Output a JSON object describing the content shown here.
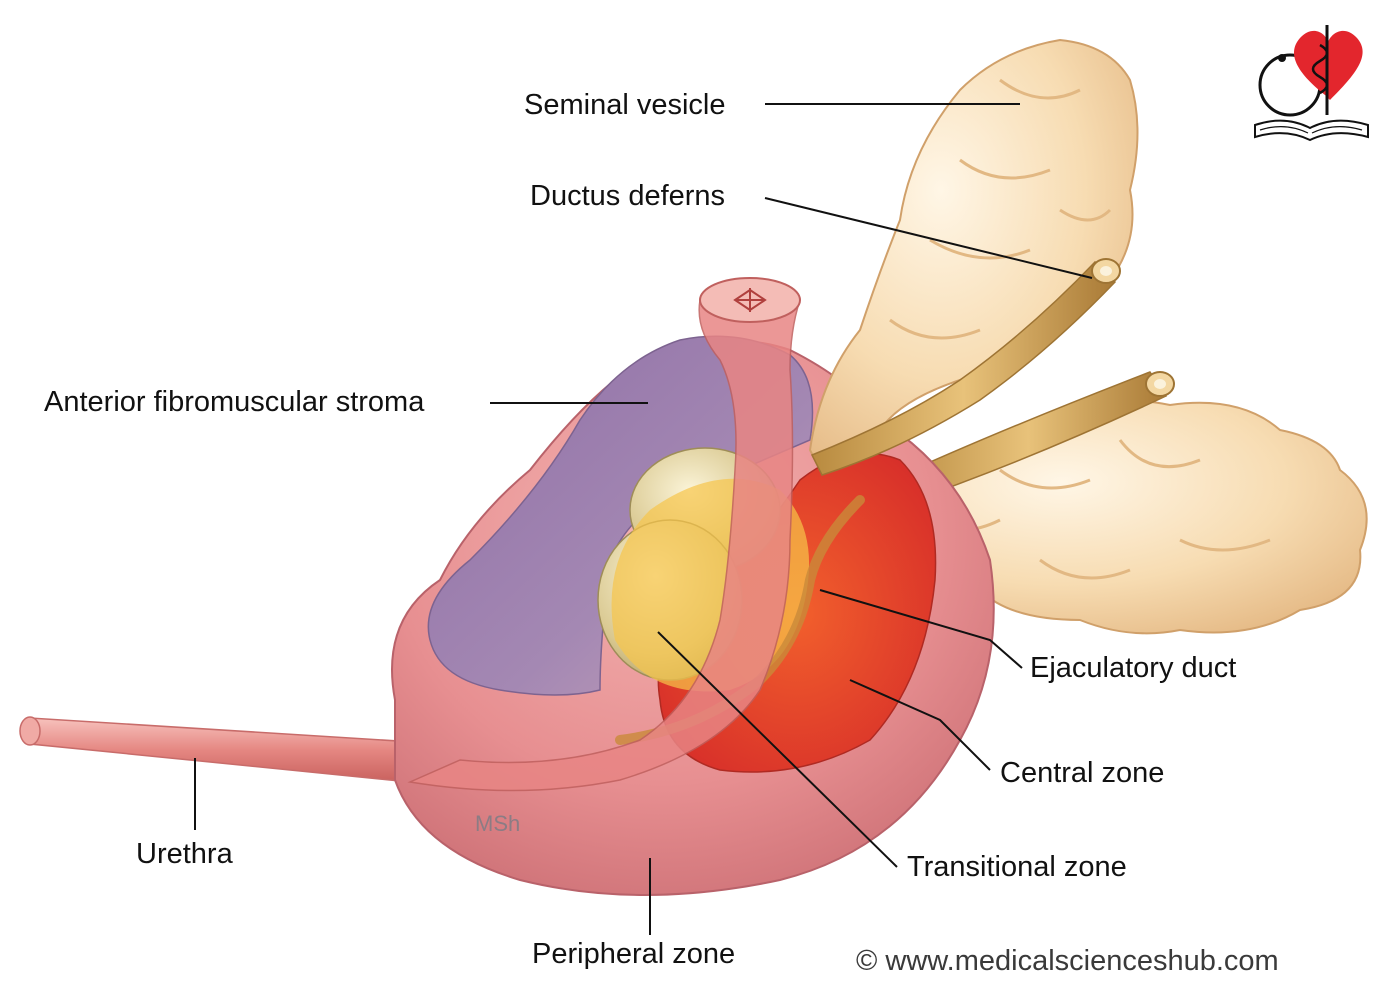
{
  "labels": {
    "seminal_vesicle": "Seminal vesicle",
    "ductus_deferens": "Ductus deferns",
    "anterior_stroma": "Anterior fibromuscular stroma",
    "ejaculatory_duct": "Ejaculatory duct",
    "central_zone": "Central zone",
    "urethra": "Urethra",
    "transitional_zone": "Transitional zone",
    "peripheral_zone": "Peripheral zone"
  },
  "watermark": "MSh",
  "credit": "© www.medicalscienceshub.com",
  "logo_icon": "heart-caduceus-book-logo-icon",
  "colors": {
    "peripheral_zone": "#e58a8c",
    "anterior_stroma": "#9a7aa8",
    "central_zone": "#e8482a",
    "transitional_zone": "#f7c54a",
    "seminal_vesicle": "#f4d9ad",
    "urethra": "#e38682",
    "logo_red": "#e3262d"
  }
}
